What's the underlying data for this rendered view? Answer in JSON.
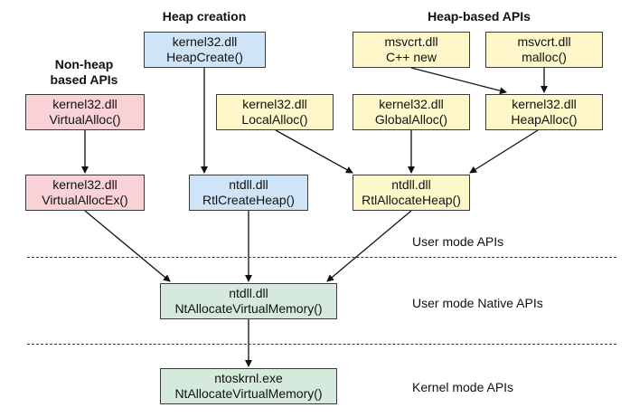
{
  "colors": {
    "heap_creation": "#cfe4f6",
    "heap_based": "#fdf7c9",
    "non_heap": "#f8d2d7",
    "native": "#d5eadd",
    "border": "#3a3a3a",
    "arrow": "#111111"
  },
  "headings": {
    "heap_creation": "Heap creation",
    "heap_based": "Heap-based APIs",
    "non_heap_line1": "Non-heap",
    "non_heap_line2": "based APIs"
  },
  "tiers": {
    "user_mode": "User mode APIs",
    "user_native": "User mode Native APIs",
    "kernel_mode": "Kernel mode APIs"
  },
  "nodes": {
    "heapcreate": {
      "line1": "kernel32.dll",
      "line2": "HeapCreate()"
    },
    "msvcrt_new": {
      "line1": "msvcrt.dll",
      "line2": "C++ new"
    },
    "msvcrt_malloc": {
      "line1": "msvcrt.dll",
      "line2": "malloc()"
    },
    "virtualalloc": {
      "line1": "kernel32.dll",
      "line2": "VirtualAlloc()"
    },
    "localalloc": {
      "line1": "kernel32.dll",
      "line2": "LocalAlloc()"
    },
    "globalalloc": {
      "line1": "kernel32.dll",
      "line2": "GlobalAlloc()"
    },
    "heapalloc": {
      "line1": "kernel32.dll",
      "line2": "HeapAlloc()"
    },
    "virtualallocex": {
      "line1": "kernel32.dll",
      "line2": "VirtualAllocEx()"
    },
    "rtlcreateheap": {
      "line1": "ntdll.dll",
      "line2": "RtlCreateHeap()"
    },
    "rtlallocateheap": {
      "line1": "ntdll.dll",
      "line2": "RtlAllocateHeap()"
    },
    "ntavm": {
      "line1": "ntdll.dll",
      "line2": "NtAllocateVirtualMemory()"
    },
    "kernel_ntavm": {
      "line1": "ntoskrnl.exe",
      "line2": "NtAllocateVirtualMemory()"
    }
  },
  "edges": [
    [
      "virtualalloc",
      "virtualallocex"
    ],
    [
      "heapcreate",
      "rtlcreateheap"
    ],
    [
      "msvcrt_new",
      "heapalloc"
    ],
    [
      "msvcrt_malloc",
      "heapalloc"
    ],
    [
      "localalloc",
      "rtlallocateheap"
    ],
    [
      "globalalloc",
      "rtlallocateheap"
    ],
    [
      "heapalloc",
      "rtlallocateheap"
    ],
    [
      "virtualallocex",
      "ntavm"
    ],
    [
      "rtlcreateheap",
      "ntavm"
    ],
    [
      "rtlallocateheap",
      "ntavm"
    ],
    [
      "ntavm",
      "kernel_ntavm"
    ]
  ]
}
